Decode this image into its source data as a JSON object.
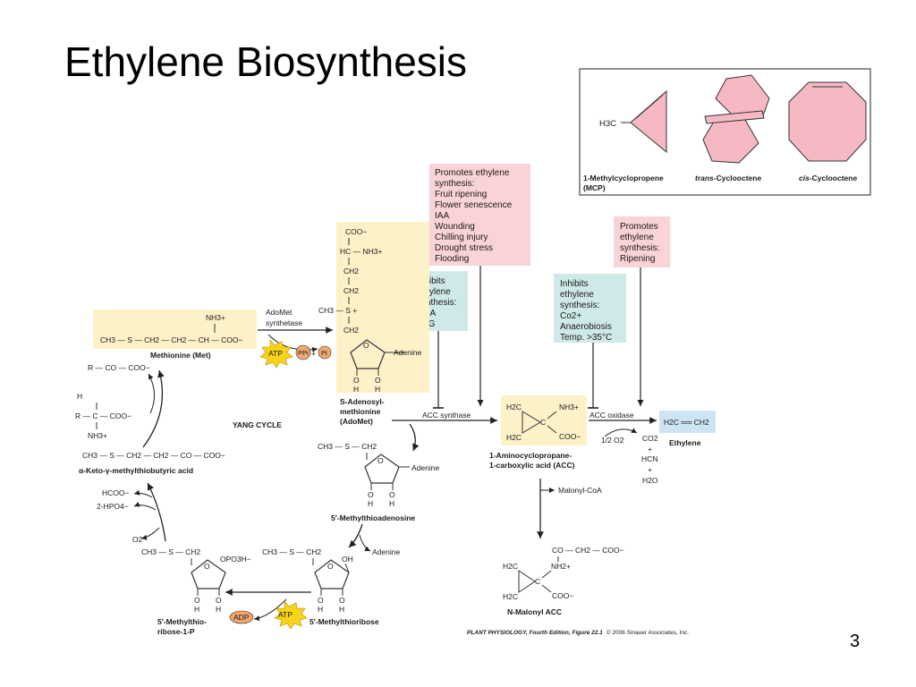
{
  "slide": {
    "title": "Ethylene Biosynthesis",
    "page_number": "3"
  },
  "inset": {
    "mcp_formula": "H3C",
    "mcp_label_1": "1-Methylcyclopropene",
    "mcp_label_2": "(MCP)",
    "trans_label_italic": "trans",
    "trans_label_rest": "-Cyclooctene",
    "cis_label_italic": "cis",
    "cis_label_rest": "-Cyclooctene"
  },
  "boxes": {
    "promotes_main": [
      "Promotes ethylene",
      "synthesis:",
      "Fruit ripening",
      "Flower senescence",
      "IAA",
      "Wounding",
      "Chilling injury",
      "Drought stress",
      "Flooding"
    ],
    "inhibits_synthase": [
      "Inhibits",
      "ethylene",
      "synthesis:",
      "AOA",
      "AVG"
    ],
    "inhibits_oxidase": [
      "Inhibits",
      "ethylene",
      "synthesis:",
      "Co2+",
      "Anaerobiosis",
      "Temp. >35°C"
    ],
    "promotes_ripening": [
      "Promotes",
      "ethylene",
      "synthesis:",
      "Ripening"
    ]
  },
  "molecules": {
    "met_nh3": "NH3+",
    "met_chain": "CH3 — S — CH2 — CH2 — CH — COO−",
    "met_label": "Methionine (Met)",
    "adomet_coo": "COO−",
    "adomet_hc": "HC — NH3+",
    "adomet_ch2a": "CH2",
    "adomet_ch2b": "CH2",
    "adomet_ch3s": "CH3 — S +",
    "adomet_ch2c": "CH2",
    "adomet_adenine": "Adenine",
    "adomet_label_1": "S-Adenosyl-",
    "adomet_label_2": "methionine",
    "adomet_label_3": "(AdoMet)",
    "acc_h2c_top": "H2C",
    "acc_h2c_bot": "H2C",
    "acc_c": "C",
    "acc_nh3": "NH3+",
    "acc_coo": "COO−",
    "acc_label_1": "1-Aminocyclopropane-",
    "acc_label_2": "1-carboxylic acid (ACC)",
    "ethylene_formula": "H2C ══ CH2",
    "ethylene_label": "Ethylene",
    "co2": "CO2",
    "plus1": "+",
    "hcn": "HCN",
    "plus2": "+",
    "h2o": "H2O",
    "half_o2": "1/2 O2",
    "mta_chain": "CH3 — S — CH2",
    "mta_adenine": "Adenine",
    "mta_label": "5′-Methylthioadenosine",
    "mtr_chain": "CH3 — S — CH2",
    "mtr_oh": "OH",
    "mtr_adenine": "Adenine",
    "mtr_label": "5′-Methylthioribose",
    "mtr1p_chain": "CH3 — S — CH2",
    "mtr1p_po3h": "OPO3H−",
    "mtr1p_label_1": "5′-Methylthio-",
    "mtr1p_label_2": "ribose-1-P",
    "keto_chain": "CH3 — S — CH2 — CH2 — CO — COO−",
    "keto_label": "α-Keto-γ-methylthiobutyric acid",
    "aa_top": "R — CO — COO−",
    "aa_h": "H",
    "aa_mid": "R — C — COO−",
    "aa_nh3": "NH3+",
    "nmalonyl_top": "CO — CH2 — COO−",
    "nmalonyl_nh": "NH2+",
    "nmalonyl_h2c_top": "H2C",
    "nmalonyl_h2c_bot": "H2C",
    "nmalonyl_c": "C",
    "nmalonyl_coo": "COO−",
    "nmalonyl_label": "N-Malonyl ACC",
    "ring_o": "O",
    "oh": "O",
    "h": "H"
  },
  "reactions": {
    "adomet_synthetase_1": "AdoMet",
    "adomet_synthetase_2": "synthetase",
    "atp": "ATP",
    "ppi": "PPi",
    "pi": "Pi",
    "plus": "+",
    "acc_synthase": "ACC synthase",
    "acc_oxidase": "ACC oxidase",
    "malonyl_coa": "Malonyl-CoA",
    "yang_cycle": "YANG CYCLE",
    "hcoo": "HCOO−",
    "hpo4": "2-HPO4−",
    "o2": "O2",
    "adp": "ADP",
    "atp2": "ATP"
  },
  "credit": {
    "book": "PLANT PHYSIOLOGY, Fourth Edition, Figure 22.1",
    "copyright": "© 2006 Sinauer Associates, Inc."
  },
  "colors": {
    "pink_box": "#f9d3d7",
    "teal_box": "#cfe9e8",
    "yellow_box": "#fdf1c8",
    "blue_box": "#cfe4f3",
    "atp_burst": "#f7d31a",
    "orange_circle": "#f2a76d"
  }
}
